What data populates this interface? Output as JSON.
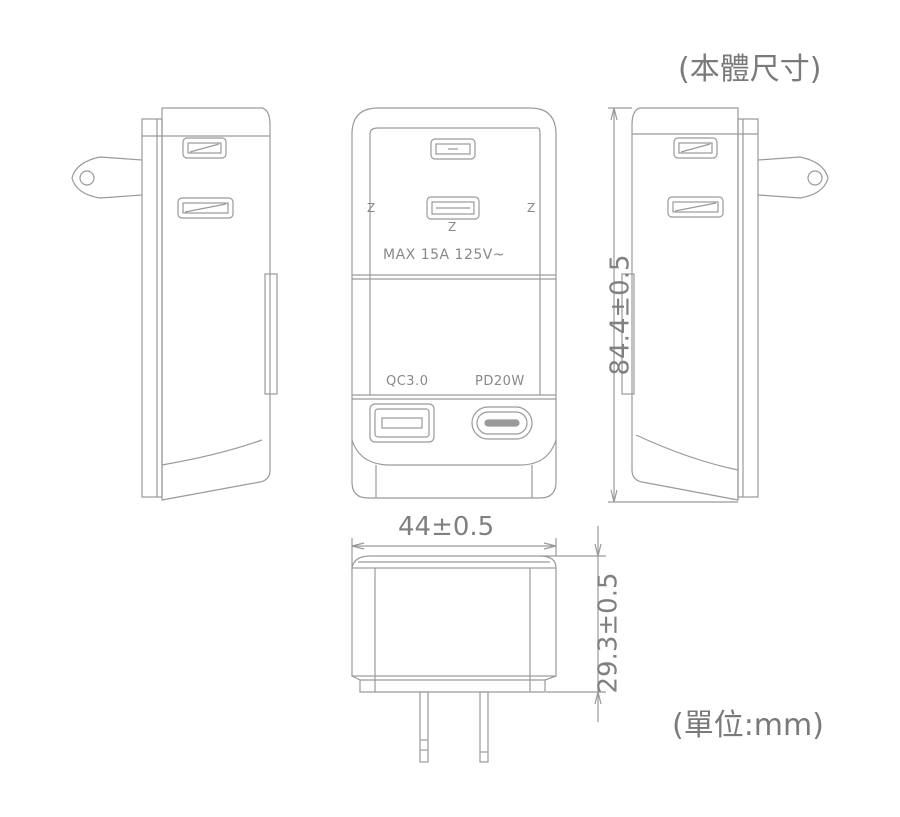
{
  "labels": {
    "body_dimensions_title": "(本體尺寸)",
    "unit_label": "(單位:mm)",
    "rating_text": "MAX 15A 125V~",
    "usb_a_port_label": "QC3.0",
    "usb_c_port_label": "PD20W",
    "z_marks": [
      "Z",
      "Z",
      "Z"
    ]
  },
  "dimensions": {
    "width": "44±0.5",
    "height": "84.4±0.5",
    "depth": "29.3±0.5"
  },
  "views": [
    "left-side-view",
    "front-view",
    "right-side-view",
    "bottom-view"
  ],
  "colors": {
    "line": "#9a9a9a",
    "text": "#7a7a7a",
    "background": "#ffffff"
  }
}
